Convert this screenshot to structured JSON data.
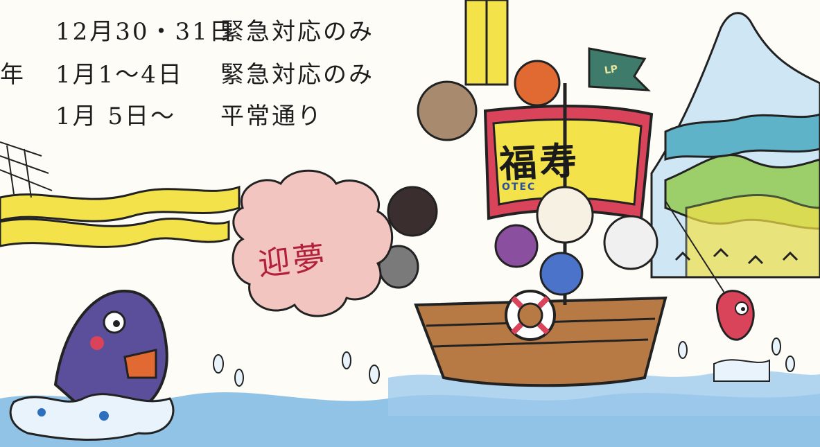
{
  "schedule": {
    "lines": [
      {
        "prefix": "",
        "date": "12月30・31日",
        "status": "緊急対応のみ"
      },
      {
        "prefix": "年",
        "date": "1月1〜4日",
        "status": "緊急対応のみ"
      },
      {
        "prefix": "",
        "date": "1月 5日〜",
        "status": "平常通り"
      }
    ]
  },
  "cloud_text": "迎夢",
  "sail": {
    "main": "福寿",
    "sub": "OTEC"
  },
  "flag": "LP",
  "colors": {
    "sea": "#7eb9e3",
    "wave_yellow": "#f4e24a",
    "shark": "#5b4f9c",
    "sail_red": "#d9445a",
    "cloud": "#f2c5c0",
    "mountain_green": "#9ccf6a"
  }
}
